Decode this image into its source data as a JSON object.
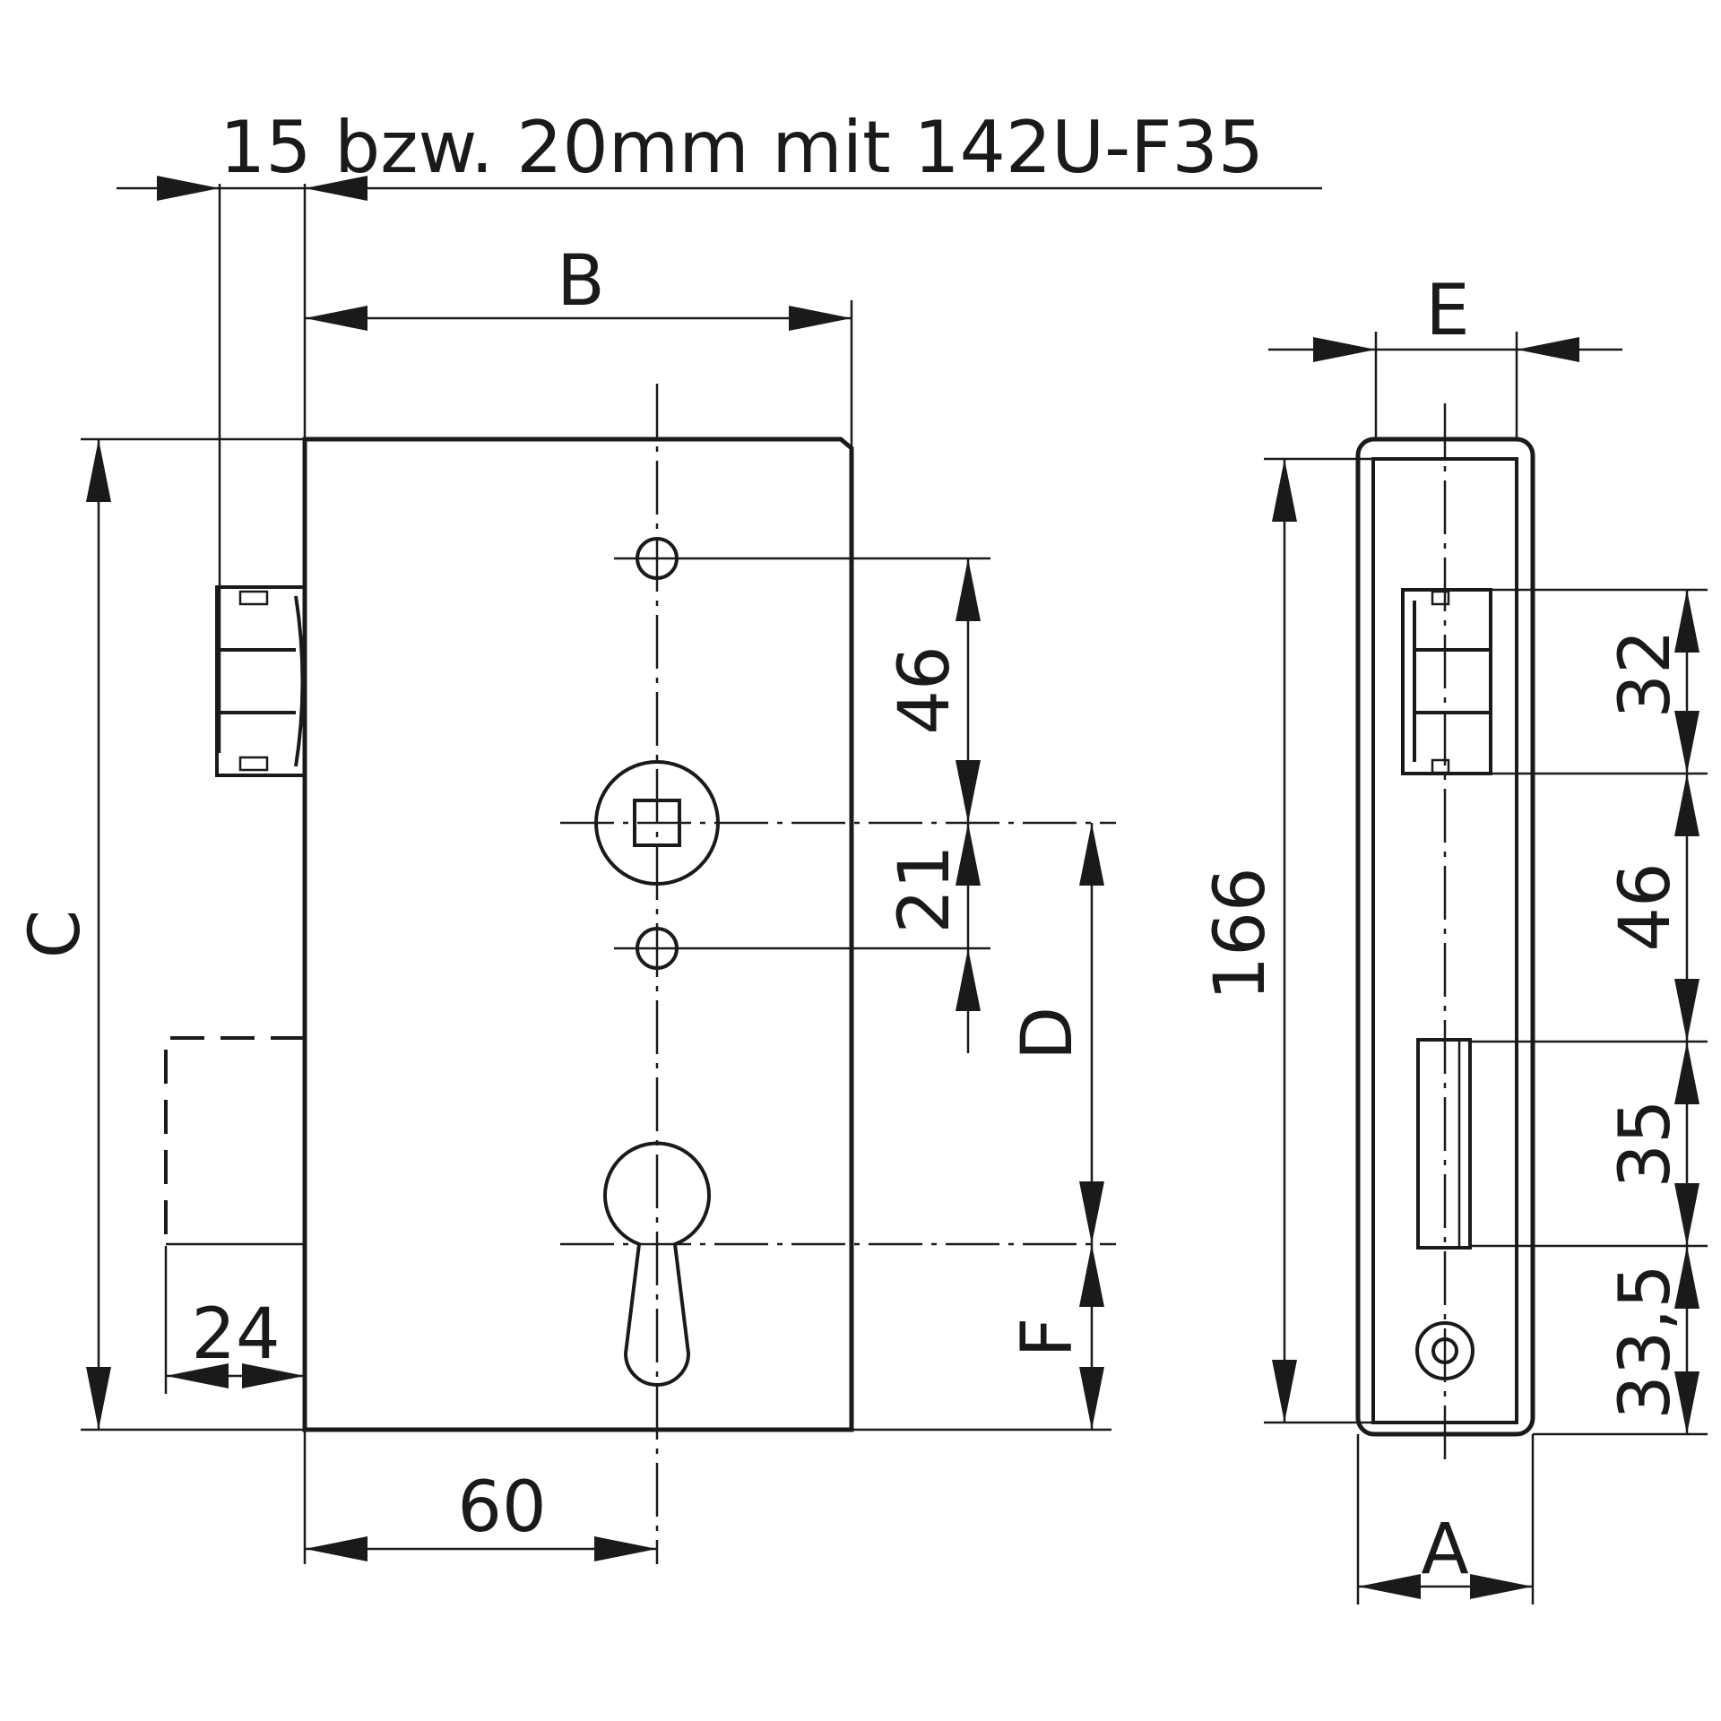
{
  "header": {
    "text": "15 bzw. 20mm mit 142U-F35"
  },
  "front_view": {
    "dim_B": "B",
    "dim_C": "C",
    "dim_D": "D",
    "dim_F": "F",
    "dim_46": "46",
    "dim_21": "21",
    "dim_24": "24",
    "dim_60": "60"
  },
  "side_view": {
    "dim_E": "E",
    "dim_A": "A",
    "dim_166": "166",
    "dim_32": "32",
    "dim_46": "46",
    "dim_35": "35",
    "dim_33_5": "33,5"
  }
}
